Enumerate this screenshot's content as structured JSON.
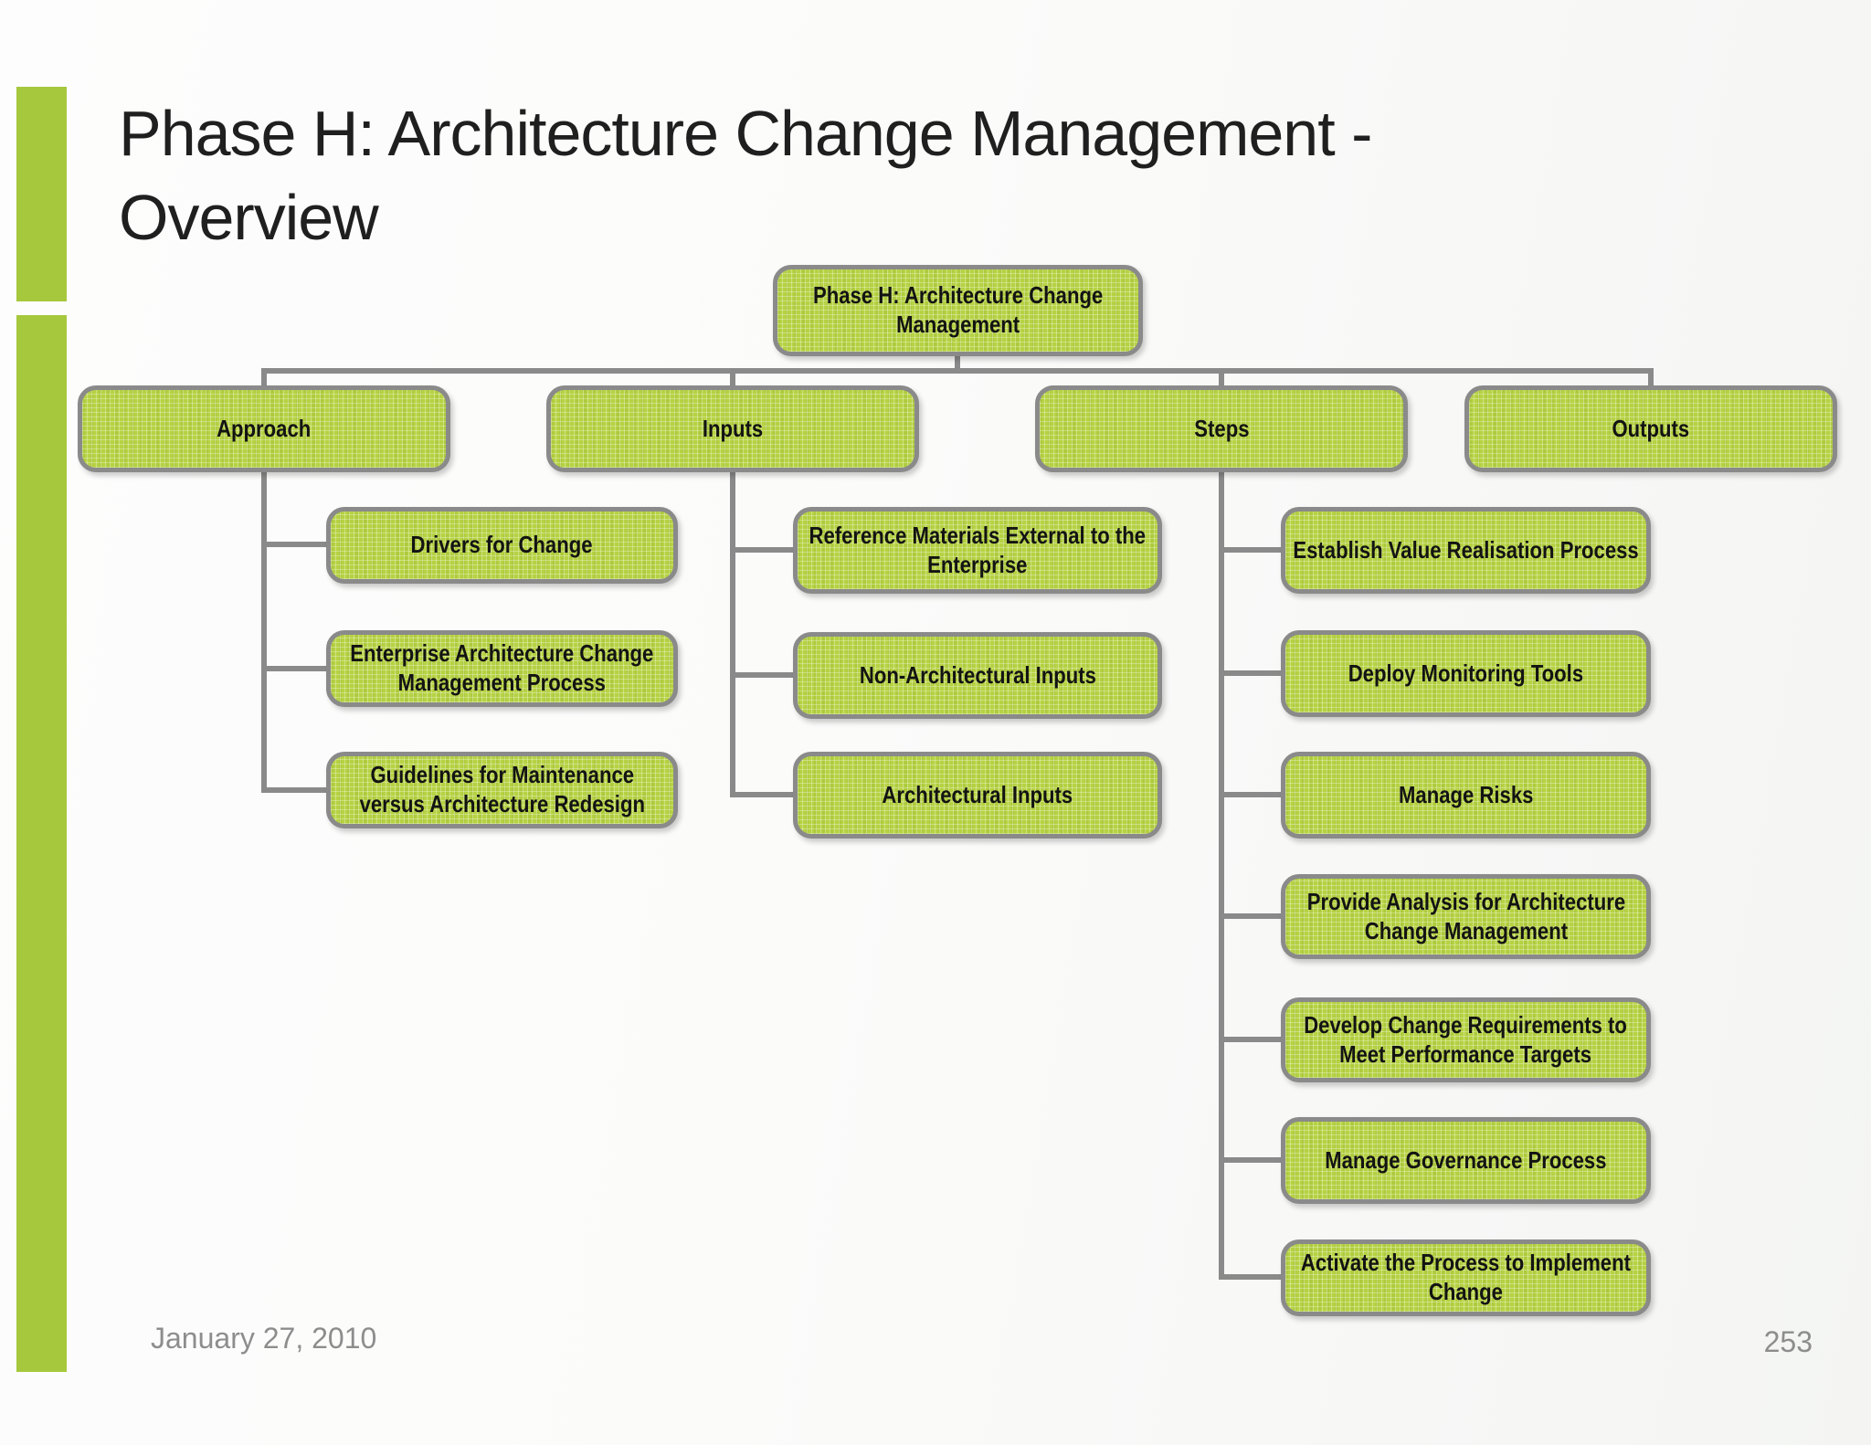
{
  "slide": {
    "title_line1": "Phase H: Architecture Change Management -",
    "title_line2": "Overview",
    "footer_date": "January 27, 2010",
    "page_number": "253"
  },
  "colors": {
    "accent_bar_green": "#a6c83d",
    "node_fill_green": "#b6d243",
    "node_border_gray": "#8a8a8a",
    "connector_gray": "#8a8a8a",
    "title_text": "#1f1f1f",
    "node_text": "#131313",
    "footer_text_gray": "#8d8d8d"
  },
  "diagram": {
    "root": {
      "label": "Phase H: Architecture Change\nManagement"
    },
    "branches": [
      {
        "label": "Approach",
        "children": [
          "Drivers for Change",
          "Enterprise Architecture Change\nManagement Process",
          "Guidelines for Maintenance\nversus Architecture Redesign"
        ]
      },
      {
        "label": "Inputs",
        "children": [
          "Reference Materials External to the\nEnterprise",
          "Non-Architectural Inputs",
          "Architectural Inputs"
        ]
      },
      {
        "label": "Steps",
        "children": [
          "Establish Value Realisation Process",
          "Deploy Monitoring Tools",
          "Manage Risks",
          "Provide Analysis for Architecture\nChange Management",
          "Develop Change Requirements to\nMeet Performance Targets",
          "Manage Governance Process",
          "Activate the Process to Implement\nChange"
        ]
      },
      {
        "label": "Outputs",
        "children": []
      }
    ]
  }
}
